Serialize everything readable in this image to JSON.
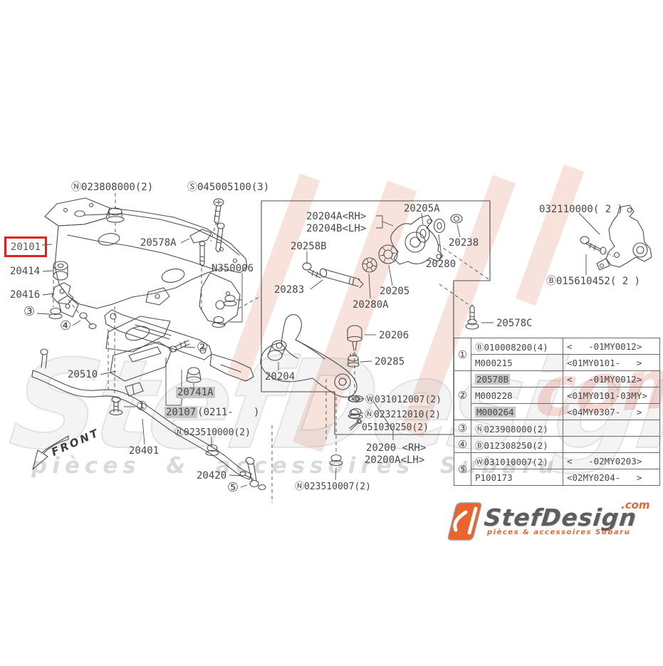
{
  "colors": {
    "accent_red": "#e02020",
    "highlight_gray": "#c6c6c6",
    "logo_orange": "#e8662e",
    "line_gray": "#4d4d4d"
  },
  "callout_circles": {
    "c1": "①",
    "c2": "②",
    "c3": "③",
    "c4": "④",
    "c5": "⑤"
  },
  "part_labels": {
    "n023808000": "Ⓝ023808000(2)",
    "s045005100": "Ⓢ045005100(3)",
    "p20101": "20101",
    "p20578a": "20578A",
    "n350006": "N350006",
    "p20414": "20414",
    "p20416": "20416",
    "p20510": "20510",
    "p20741a": "20741A",
    "p20107_num": "20107",
    "p20107_rest": "(0211-",
    "p20107_close": ")",
    "n023510000": "Ⓝ023510000(2)",
    "p20401": "20401",
    "p20420": "20420",
    "n023510007": "Ⓝ023510007(2)",
    "p20204a": "20204A<RH>",
    "p20204b": "20204B<LH>",
    "p20258b": "20258B",
    "p20283": "20283",
    "p20205": "20205",
    "p20280a": "20280A",
    "p20205a": "20205A",
    "p20238": "20238",
    "p20280": "20280",
    "p20206": "20206",
    "p20285": "20285",
    "p20204": "20204",
    "w031012007": "Ⓦ031012007(2)",
    "n023212010": "Ⓝ023212010(2)",
    "p051030250": "051030250(2)",
    "p20200rh": "20200 <RH>",
    "p20200alh": "20200A<LH>",
    "p032110000": "032110000( 2 )",
    "b015610452": "Ⓑ015610452( 2 )",
    "p20578c": "20578C",
    "front": "FRONT"
  },
  "table": {
    "rows": [
      {
        "num": "①",
        "part": "Ⓑ010008200(4)",
        "range": "<   -01MY0012>"
      },
      {
        "part": "M000215",
        "range": "<01MY0101-   >"
      },
      {
        "num": "②",
        "part": "20578B",
        "range": "<   -01MY0012>",
        "highlight": true
      },
      {
        "part": "M000228",
        "range": "<01MY0101-03MY>"
      },
      {
        "part": "M000264",
        "range": "<04MY0307-   >",
        "highlight": true
      },
      {
        "num": "③",
        "part": "Ⓝ023908000(2)",
        "range": ""
      },
      {
        "num": "④",
        "part": "Ⓑ012308250(2)",
        "range": ""
      },
      {
        "num": "⑤",
        "part": "Ⓦ031010007(2)",
        "range": "<   -02MY0203>"
      },
      {
        "part": "P100173",
        "range": "<02MY0204-   >"
      }
    ]
  },
  "logo": {
    "brand": "StefDesign",
    "tld": ".com",
    "tagline": "pièces & accessoires Subaru"
  },
  "watermark": {
    "brand": "StefDesign",
    "tld_fragment": "com",
    "tagline": "pièces  &  accessoires  Subaru"
  }
}
